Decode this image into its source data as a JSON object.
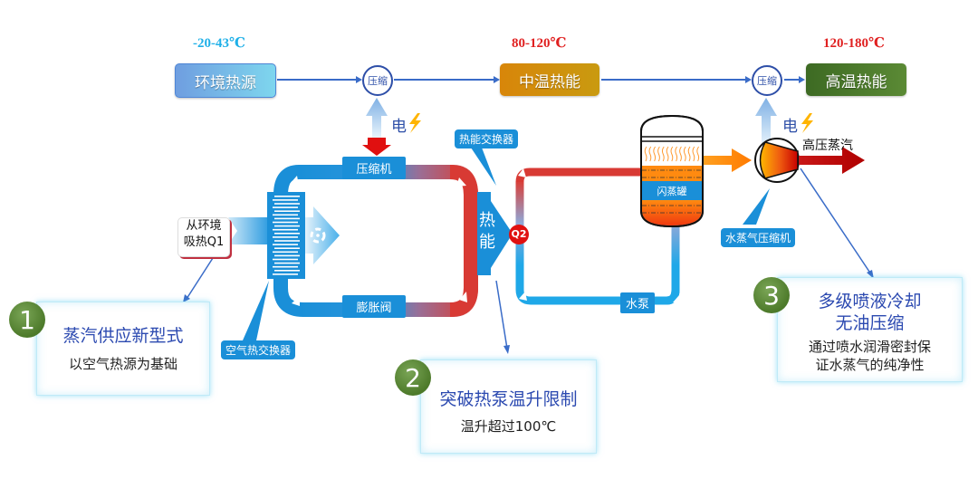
{
  "temperatures": {
    "ambient": "-20-43℃",
    "medium": "80-120℃",
    "high": "120-180℃"
  },
  "temperature_colors": {
    "ambient": "#1fb0e8",
    "medium": "#e02020",
    "high": "#e02020"
  },
  "top_flow": {
    "source": "环境热源",
    "compress_1": "压缩",
    "medium_heat": "中温热能",
    "compress_2": "压缩",
    "high_heat": "高温热能",
    "electricity_1": "电",
    "electricity_2": "电"
  },
  "heat_pump_loop": {
    "absorb_label": "从环境\n吸热Q1",
    "absorb_line1": "从环境",
    "absorb_line2": "吸热Q1",
    "compressor": "压缩机",
    "expansion_valve": "膨胀阀",
    "air_exchanger": "空气热交换器",
    "heat_exchanger": "热能交换器",
    "heat_energy_1": "热",
    "heat_energy_2": "能"
  },
  "water_loop": {
    "q2": "Q2",
    "flash_tank": "闪蒸罐",
    "water_pump": "水泵",
    "steam_compressor": "水蒸气压缩机",
    "high_pressure_steam": "高压蒸汽"
  },
  "cards": [
    {
      "number": "1",
      "title": "蒸汽供应新型式",
      "lines": [
        "以空气热源为基础"
      ]
    },
    {
      "number": "2",
      "title": "突破热泵温升限制",
      "lines": [
        "温升超过100℃"
      ]
    },
    {
      "number": "3",
      "title_lines": [
        "多级喷液冷却",
        "无油压缩"
      ],
      "lines": [
        "通过喷水润滑密封保",
        "证水蒸气的纯净性"
      ]
    }
  ],
  "colors": {
    "cold_blue": "#1a8fd8",
    "hot_red": "#d83a34",
    "ambient_box": "#5fa8e0",
    "medium_box": "#d08a10",
    "high_box": "#4f7a2e",
    "badge_green": "#5a8a34",
    "title_blue": "#2b49b0"
  }
}
